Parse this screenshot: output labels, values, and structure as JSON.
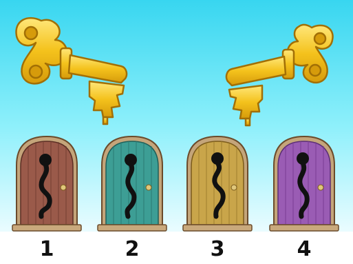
{
  "puzzle": {
    "doors": [
      {
        "number": "1",
        "color": "#9a5a4a"
      },
      {
        "number": "2",
        "color": "#3d9e95"
      },
      {
        "number": "3",
        "color": "#c9a54a"
      },
      {
        "number": "4",
        "color": "#9a5cb4"
      }
    ]
  },
  "colors": {
    "sky_top": "#38d6f0",
    "sky_bottom": "#eafcff",
    "floor": "#ffffff",
    "key_gold": "#f4c21c",
    "key_gold_light": "#ffe77a",
    "key_outline": "#a26f05",
    "keyhole": "#111111",
    "number_text": "#111111"
  },
  "icons": {
    "left_key": "golden-key-icon",
    "right_key": "golden-key-icon",
    "keyhole": "wavy-keyhole-icon"
  }
}
